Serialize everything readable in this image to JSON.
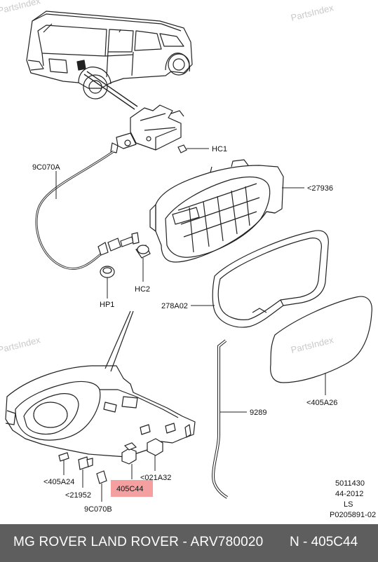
{
  "watermarks": [
    "PartsIndex",
    "PartsIndex",
    "PartsIndex",
    "PartsIndex"
  ],
  "labels": {
    "hc1": "HC1",
    "9c070a": "9C070A",
    "27936": "<27936",
    "hp1": "HP1",
    "hc2": "HC2",
    "278a02": "278A02",
    "9289": "9289",
    "405a26": "<405A26",
    "405a24": "<405A24",
    "21952": "<21952",
    "9c070b": "9C070B",
    "405c44": "405C44",
    "021a32": "<021A32"
  },
  "ref": {
    "line1": "5011430",
    "line2": "44-2012",
    "line3": "LS",
    "line4": "P0205891-02"
  },
  "footer": {
    "left": "MG ROVER LAND ROVER - ARV780020",
    "right": "N - 405C44"
  },
  "colors": {
    "highlight": "#f4a0a0",
    "footer_bg": "#5e5e5e",
    "watermark": "#c9c9c9"
  }
}
